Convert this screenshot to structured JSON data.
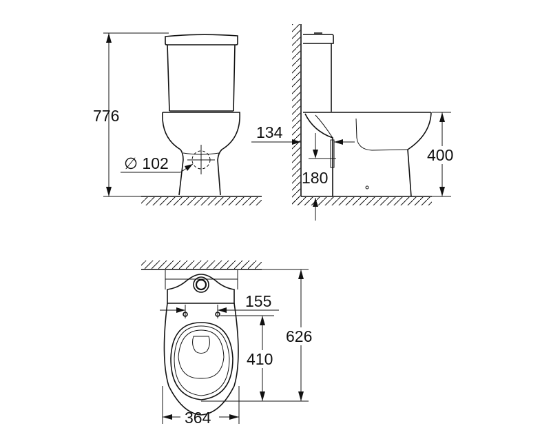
{
  "diagram": {
    "subject": "Close-coupled floor-standing WC technical drawing",
    "units": "mm",
    "views": {
      "front": {
        "dimensions": {
          "total_height": "776",
          "outlet_diameter": "∅ 102"
        }
      },
      "side": {
        "dimensions": {
          "wall_to_outlet": "134",
          "outlet_height": "180",
          "seat_height": "400"
        }
      },
      "top": {
        "dimensions": {
          "fixing_hole_spacing": "155",
          "fixing_to_front": "410",
          "total_depth": "626",
          "width": "364"
        }
      }
    }
  }
}
